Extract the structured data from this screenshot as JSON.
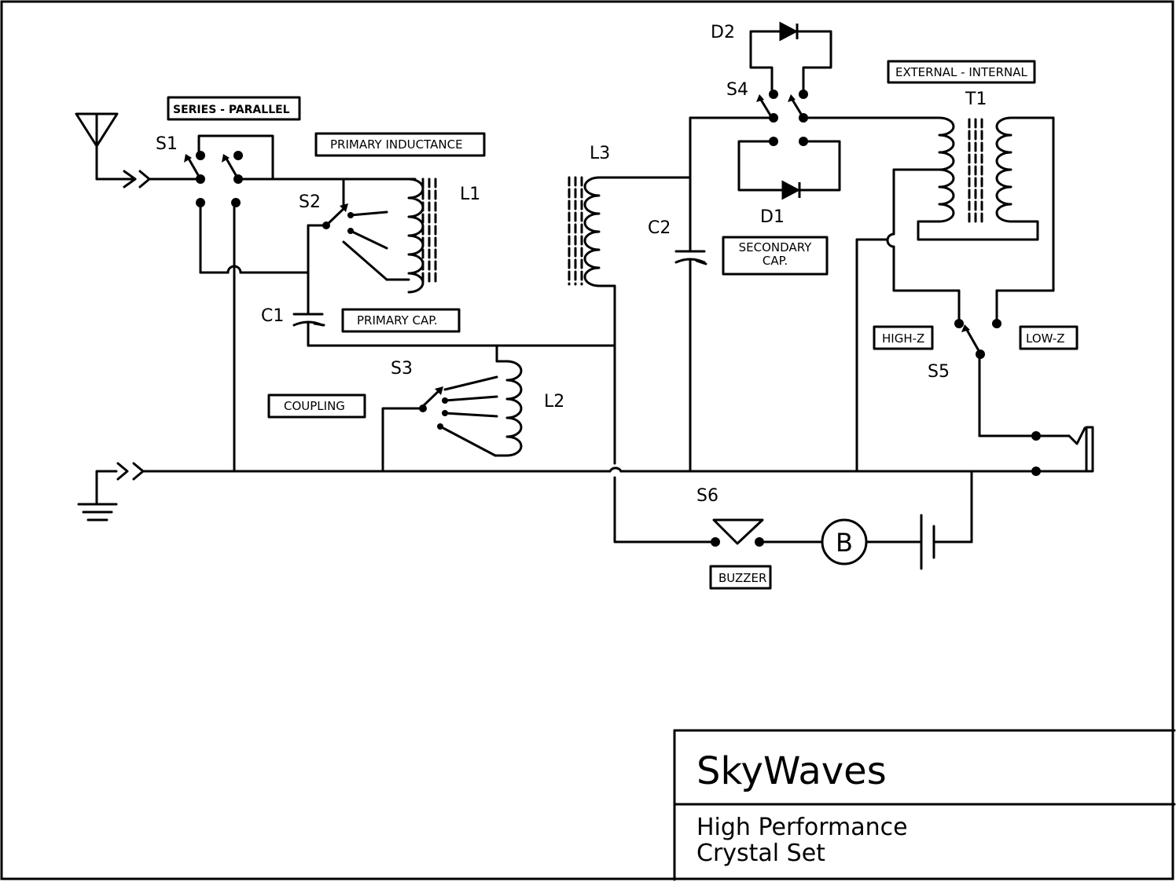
{
  "components": {
    "S1": "S1",
    "S2": "S2",
    "S3": "S3",
    "S4": "S4",
    "S5": "S5",
    "S6": "S6",
    "L1": "L1",
    "L2": "L2",
    "L3": "L3",
    "C1": "C1",
    "C2": "C2",
    "D1": "D1",
    "D2": "D2",
    "T1": "T1",
    "B": "B"
  },
  "boxes": {
    "series_parallel": "SERIES - PARALLEL",
    "primary_inductance": "PRIMARY INDUCTANCE",
    "primary_cap": "PRIMARY CAP.",
    "coupling": "COUPLING",
    "secondary_cap_line1": "SECONDARY",
    "secondary_cap_line2": "CAP.",
    "external_internal": "EXTERNAL - INTERNAL",
    "high_z": "HIGH-Z",
    "low_z": "LOW-Z",
    "buzzer": "BUZZER"
  },
  "title_block": {
    "company": "SkyWaves",
    "title_line1": "High Performance",
    "title_line2": "Crystal Set"
  }
}
